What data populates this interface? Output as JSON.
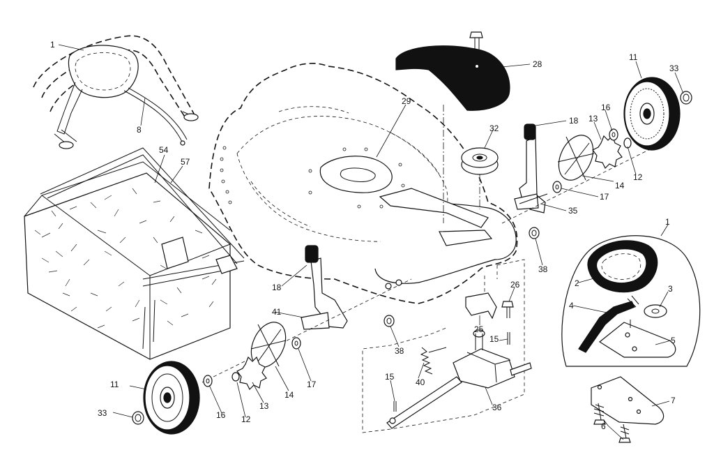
{
  "callouts": [
    {
      "id": "c1a",
      "text": "1"
    },
    {
      "id": "c8",
      "text": "8"
    },
    {
      "id": "c54",
      "text": "54"
    },
    {
      "id": "c57",
      "text": "57"
    },
    {
      "id": "c29",
      "text": "29"
    },
    {
      "id": "c28",
      "text": "28"
    },
    {
      "id": "c32",
      "text": "32"
    },
    {
      "id": "c18a",
      "text": "18"
    },
    {
      "id": "c18b",
      "text": "18"
    },
    {
      "id": "c11a",
      "text": "11"
    },
    {
      "id": "c11b",
      "text": "11"
    },
    {
      "id": "c33a",
      "text": "33"
    },
    {
      "id": "c33b",
      "text": "33"
    },
    {
      "id": "c16a",
      "text": "16"
    },
    {
      "id": "c16b",
      "text": "16"
    },
    {
      "id": "c13a",
      "text": "13"
    },
    {
      "id": "c13b",
      "text": "13"
    },
    {
      "id": "c12a",
      "text": "12"
    },
    {
      "id": "c12b",
      "text": "12"
    },
    {
      "id": "c14a",
      "text": "14"
    },
    {
      "id": "c14b",
      "text": "14"
    },
    {
      "id": "c17a",
      "text": "17"
    },
    {
      "id": "c17b",
      "text": "17"
    },
    {
      "id": "c35",
      "text": "35"
    },
    {
      "id": "c38a",
      "text": "38"
    },
    {
      "id": "c38b",
      "text": "38"
    },
    {
      "id": "c41",
      "text": "41"
    },
    {
      "id": "c26",
      "text": "26"
    },
    {
      "id": "c25",
      "text": "25"
    },
    {
      "id": "c15a",
      "text": "15"
    },
    {
      "id": "c15b",
      "text": "15"
    },
    {
      "id": "c40",
      "text": "40"
    },
    {
      "id": "c36",
      "text": "36"
    },
    {
      "id": "c1b",
      "text": "1"
    },
    {
      "id": "c2",
      "text": "2"
    },
    {
      "id": "c3",
      "text": "3"
    },
    {
      "id": "c4",
      "text": "4"
    },
    {
      "id": "c5",
      "text": "5"
    },
    {
      "id": "c7",
      "text": "7"
    },
    {
      "id": "c6",
      "text": "6"
    }
  ]
}
